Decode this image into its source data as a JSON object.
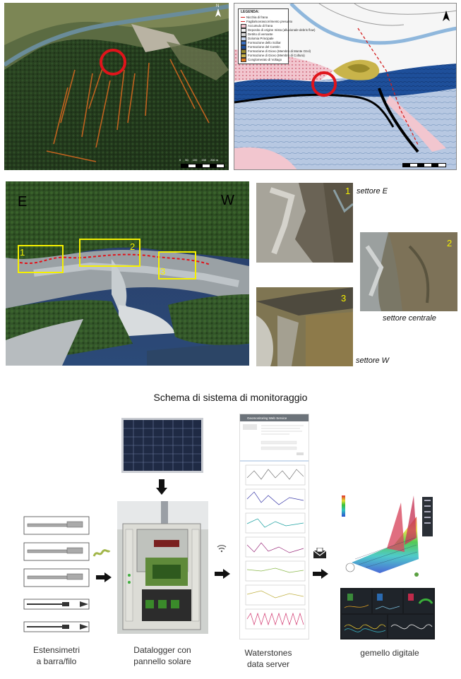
{
  "top_left_map": {
    "north_label": "N",
    "scale_labels": [
      "0",
      "50",
      "100",
      "150",
      "200 m"
    ]
  },
  "top_right_map": {
    "legend_title": "LEGENDA:",
    "legend_items": [
      {
        "label": "Nicchia di frana",
        "color": "#d42020"
      },
      {
        "label": "Faglia/sovrascorrimento presunto",
        "color": "#d42020"
      },
      {
        "label": "Accumulo di frana",
        "color": "#f2c6cf"
      },
      {
        "label": "Deposito di origine mista (alluvionale-debris flow)",
        "color": "#f5f5f5"
      },
      {
        "label": "Detrito di versante",
        "color": "#d9d9d9"
      },
      {
        "label": "Dolomia Principale",
        "color": "#c8d8f0"
      },
      {
        "label": "Formazione dello Sciliar",
        "color": "#3a6fc0"
      },
      {
        "label": "Formazione del Contrin",
        "color": "#1e4f9a"
      },
      {
        "label": "Formazione di Giovo (Membro di Monte Ozol)",
        "color": "#9a8a2a"
      },
      {
        "label": "Formazione di Giovo (Membro di Coltura)",
        "color": "#c9b44a"
      },
      {
        "label": "Conglomerato di Voltago",
        "color": "#e07a20"
      }
    ]
  },
  "photo_panel": {
    "label_east": "E",
    "label_west": "W",
    "boxes": [
      "1",
      "2",
      "3"
    ]
  },
  "sector_photos": [
    {
      "num": "1",
      "caption": "settore E"
    },
    {
      "num": "2",
      "caption": "settore centrale"
    },
    {
      "num": "3",
      "caption": "settore W"
    }
  ],
  "schema": {
    "title": "Schema di sistema di monitoraggio",
    "web_service_title": "Geomonitoring Web Service",
    "captions": {
      "sensors": [
        "Estensimetri",
        "a barra/filo"
      ],
      "datalogger": [
        "Datalogger con",
        "pannello solare"
      ],
      "server": [
        "Waterstones",
        "data server"
      ],
      "twin": [
        "gemello digitale"
      ]
    }
  },
  "colors": {
    "accent_red": "#e0141b",
    "label_yellow": "#f5f000",
    "geo_blue": "#1e4f9a"
  }
}
